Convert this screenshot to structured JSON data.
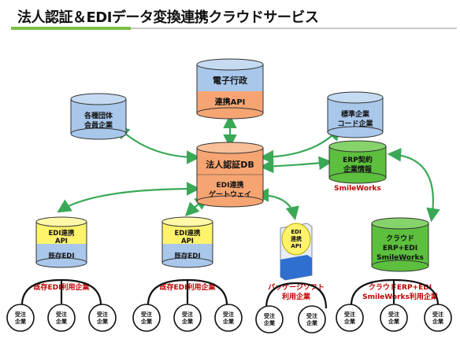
{
  "title": "法人認証＆EDIデータ変換連携クラウドサービス",
  "colors": {
    "accent_green": "#7bc143",
    "arrow_green": "#3aa856",
    "label_red": "#c00000",
    "blue_cyl": "#a9c7eb",
    "orange_cyl": "#f6a572",
    "green_cyl": "#5cbf3d",
    "yellow_cyl": "#fff36b"
  },
  "nodes": {
    "egov": {
      "top": "電子行政",
      "bottom": "連携API"
    },
    "assoc": [
      "各種団体",
      "会員企業"
    ],
    "std": [
      "標準企業",
      "コード企業"
    ],
    "hub": {
      "top": "法人認証DB",
      "bottom": [
        "EDI連携",
        "ゲートウェイ"
      ]
    },
    "erp": {
      "lines": [
        "ERP契約",
        "企業情報"
      ],
      "caption": "SmileWorks"
    },
    "edi1": {
      "top": [
        "EDI連携",
        "API"
      ],
      "bottom": "既存EDI",
      "caption": "既存EDI利用企業"
    },
    "edi2": {
      "top": [
        "EDI連携",
        "API"
      ],
      "bottom": "既存EDI",
      "caption": "既存EDI利用企業"
    },
    "pkg": {
      "box": [
        "EDI",
        "連携",
        "API"
      ],
      "caption": [
        "パッケージソフト",
        "利用企業"
      ]
    },
    "cloud": {
      "lines": [
        "クラウド",
        "ERP+EDI",
        "SmileWorks"
      ],
      "caption": [
        "クラウドERP+EDI",
        "SmileWorks利用企業"
      ]
    }
  },
  "order_company": [
    "受注",
    "企業"
  ]
}
